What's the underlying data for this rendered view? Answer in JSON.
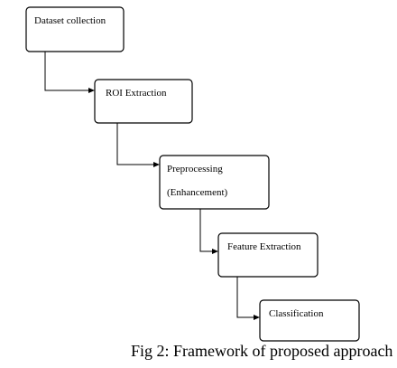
{
  "nodes": [
    {
      "id": "dataset",
      "lines": [
        "Dataset collection"
      ]
    },
    {
      "id": "roi",
      "lines": [
        "ROI Extraction"
      ]
    },
    {
      "id": "preprocessing",
      "lines": [
        "Preprocessing",
        "(Enhancement)"
      ]
    },
    {
      "id": "feature",
      "lines": [
        "Feature Extraction"
      ]
    },
    {
      "id": "classification",
      "lines": [
        "Classification"
      ]
    }
  ],
  "edges": [
    {
      "from": "dataset",
      "to": "roi"
    },
    {
      "from": "roi",
      "to": "preprocessing"
    },
    {
      "from": "preprocessing",
      "to": "feature"
    },
    {
      "from": "feature",
      "to": "classification"
    }
  ],
  "caption": "Fig 2: Framework of proposed approach"
}
